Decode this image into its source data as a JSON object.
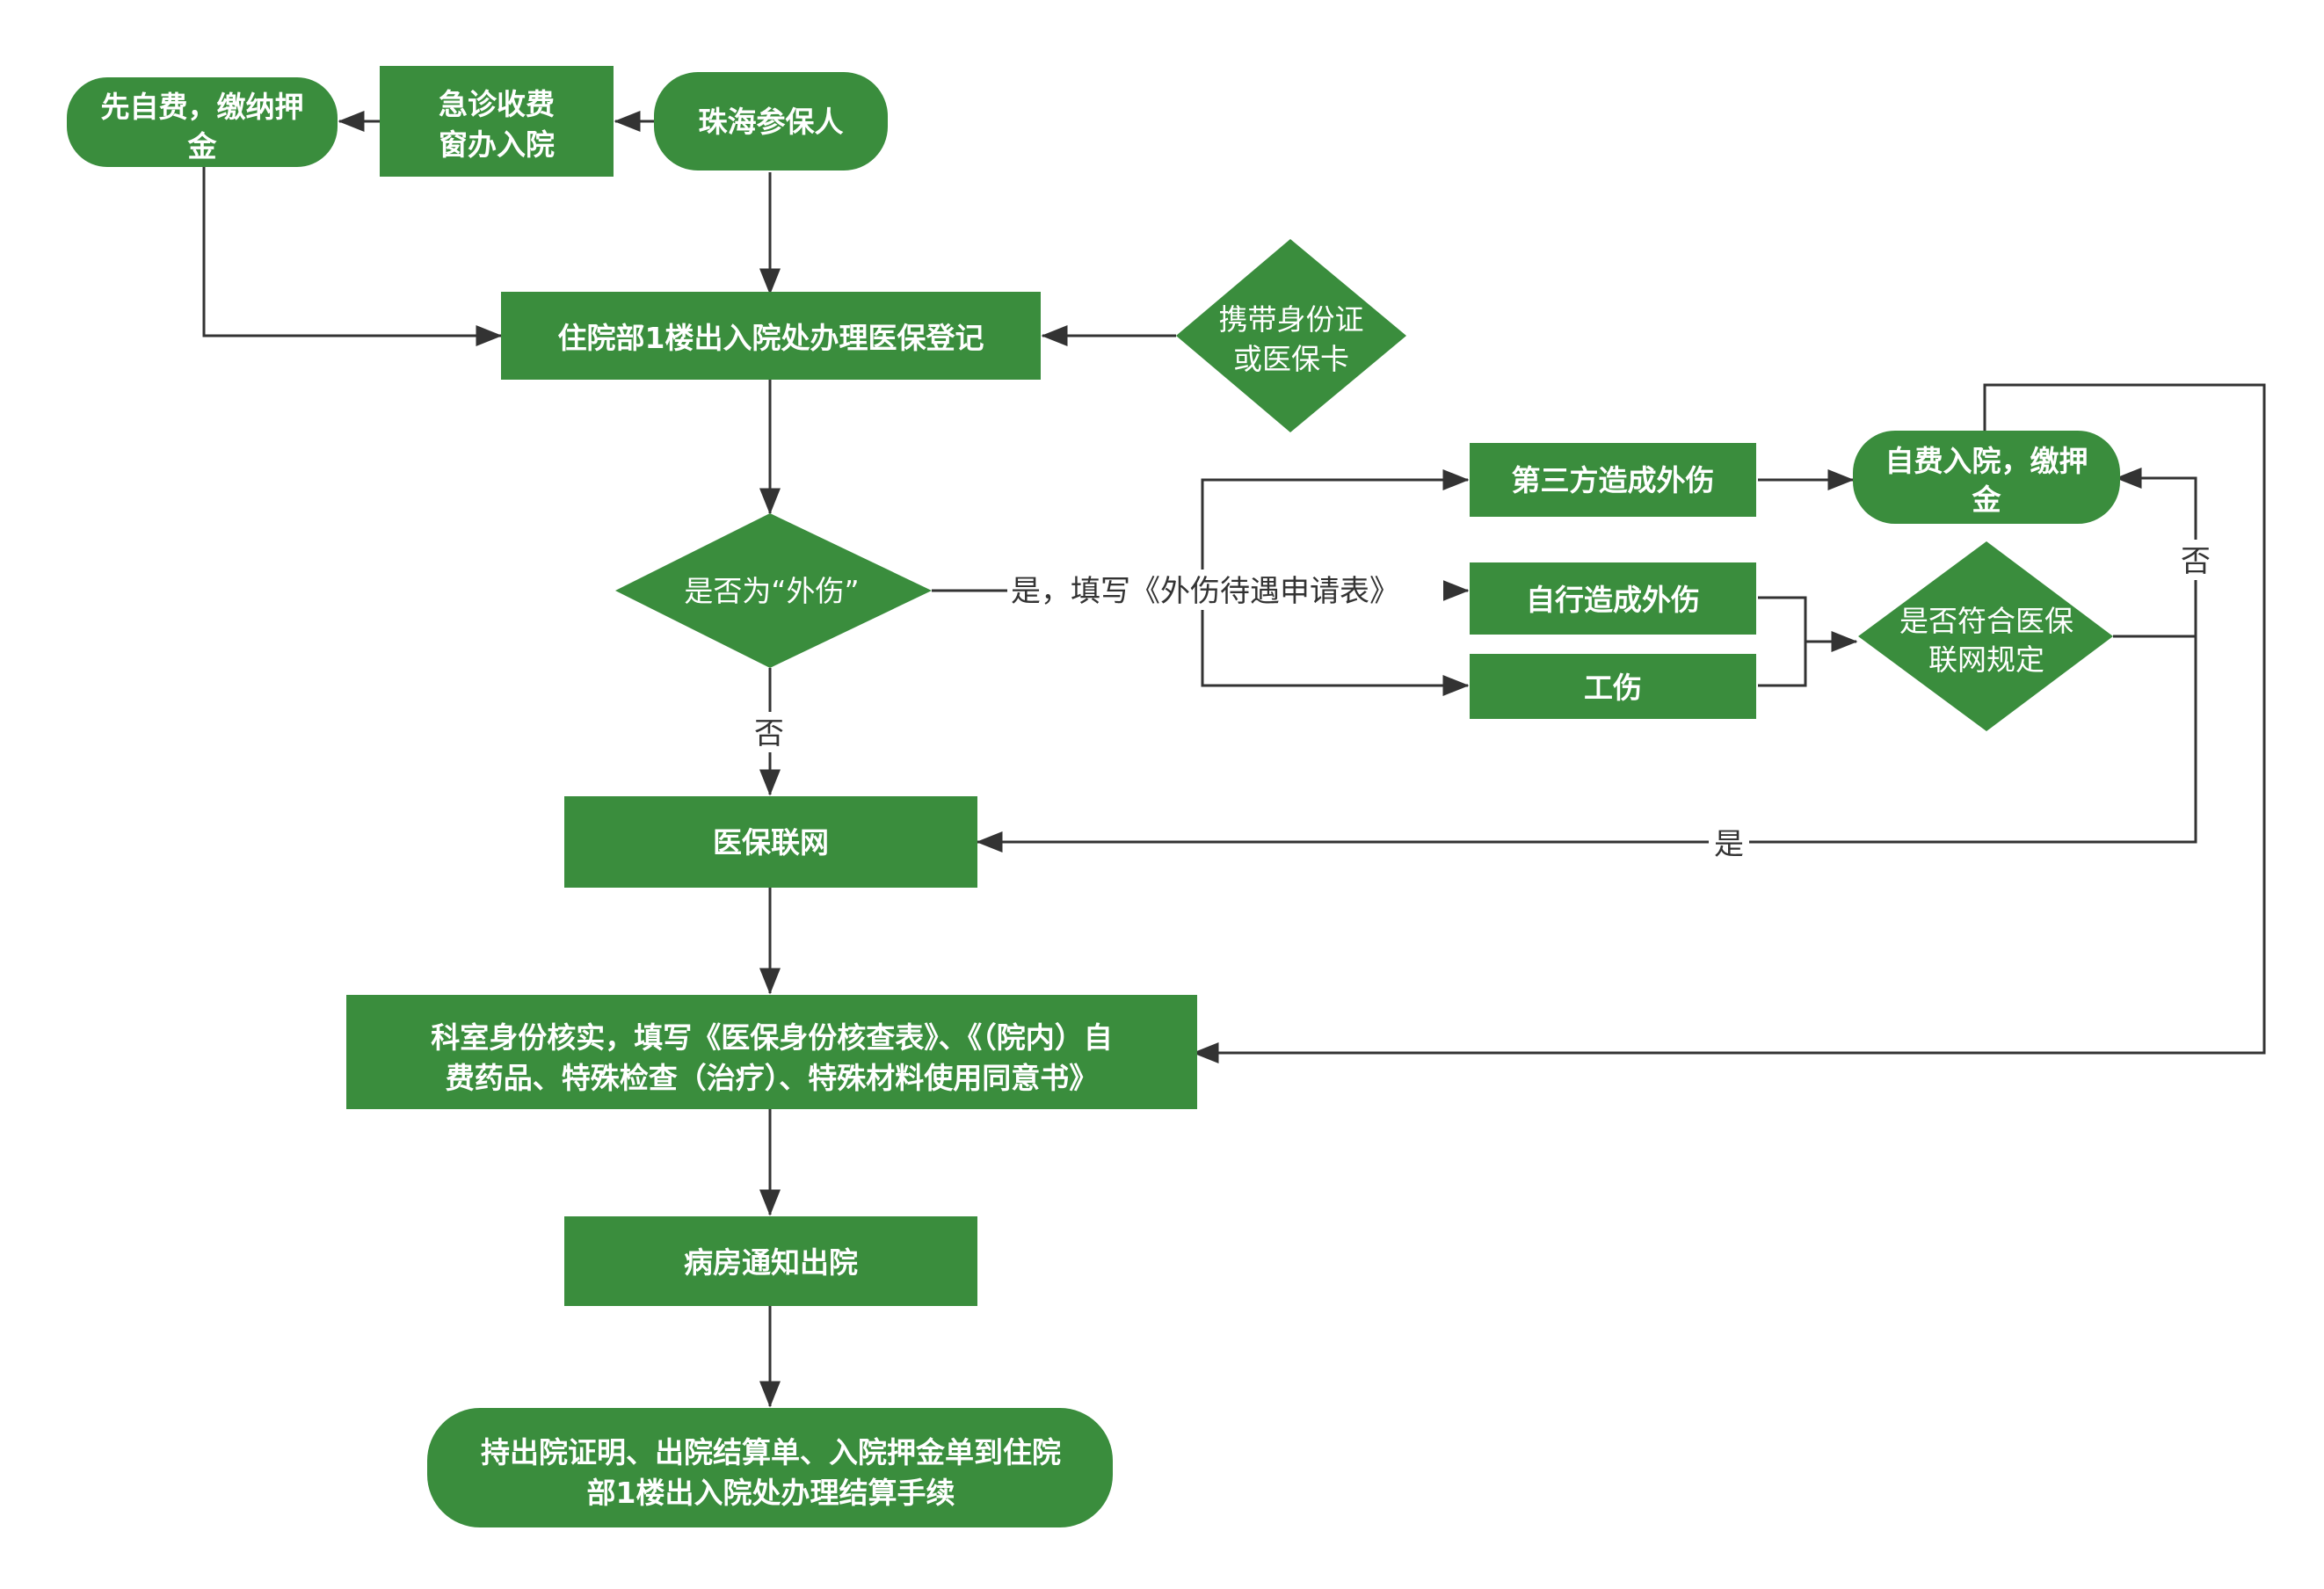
{
  "colors": {
    "node_fill": "#3a8d3d",
    "edge": "#333333",
    "label": "#333333",
    "background": "#ffffff"
  },
  "nodes": {
    "insured": "珠海参保人",
    "emergency_line1": "急诊收费",
    "emergency_line2": "窗办入院",
    "selfpay_first_line1": "先自费，缴纳押",
    "selfpay_first_line2": "金",
    "registration": "住院部1楼出入院处办理医保登记",
    "bring_id_line1": "携带身份证",
    "bring_id_line2": "或医保卡",
    "is_injury": "是否为“外伤”",
    "third_party": "第三方造成外伤",
    "self_injury": "自行造成外伤",
    "work_injury": "工伤",
    "selfpay_admit_line1": "自费入院，缴押",
    "selfpay_admit_line2": "金",
    "complies_line1": "是否符合医保",
    "complies_line2": "联网规定",
    "network": "医保联网",
    "verify_line1": "科室身份核实，填写《医保身份核查表》、《（院内）自",
    "verify_line2": "费药品、特殊检查（治疗）、特殊材料使用同意书》",
    "discharge_notice": "病房通知出院",
    "settlement_line1": "持出院证明、出院结算单、入院押金单到住院",
    "settlement_line2": "部1楼出入院处办理结算手续"
  },
  "edge_labels": {
    "injury_yes": "是，填写《外伤待遇申请表》",
    "injury_no": "否",
    "complies_no": "否",
    "complies_yes": "是"
  }
}
